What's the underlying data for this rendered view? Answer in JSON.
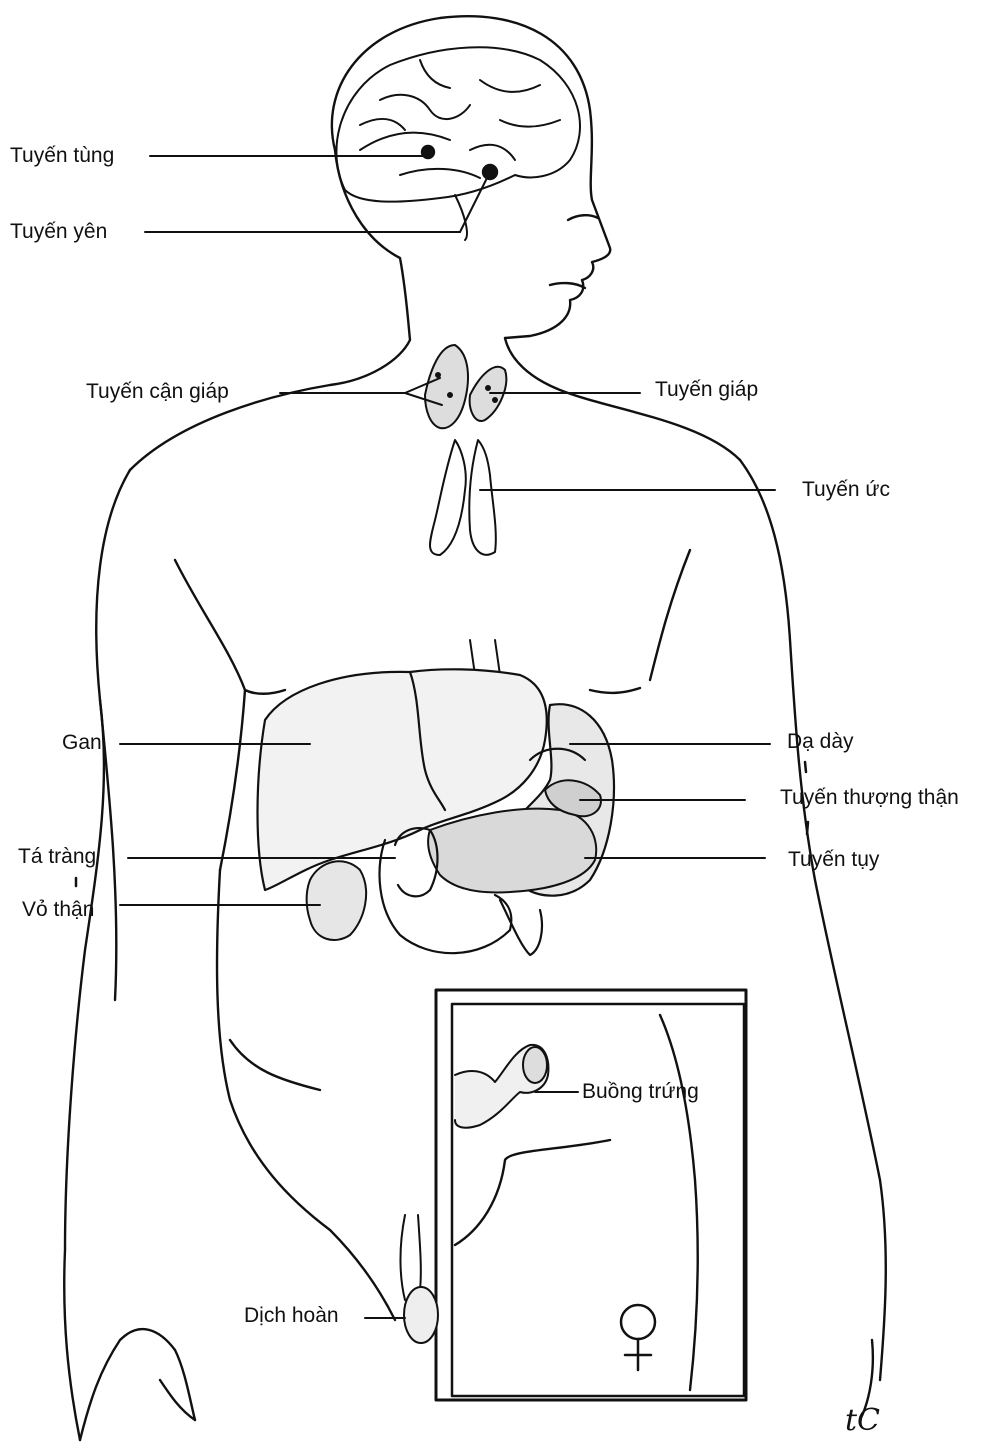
{
  "diagram": {
    "labels": {
      "pineal": "Tuyến tùng",
      "pituitary": "Tuyến yên",
      "parathyroid": "Tuyến cận giáp",
      "thyroid": "Tuyến giáp",
      "thymus": "Tuyến ức",
      "liver": "Gan",
      "stomach": "Dạ dày",
      "adrenal": "Tuyến thượng thận",
      "duodenum": "Tá tràng",
      "pancreas": "Tuyến tụy",
      "kidney_cortex": "Vỏ thận",
      "ovary": "Buồng trứng",
      "testis": "Dịch hoàn"
    },
    "female_symbol": "♀",
    "signature": "tC"
  }
}
